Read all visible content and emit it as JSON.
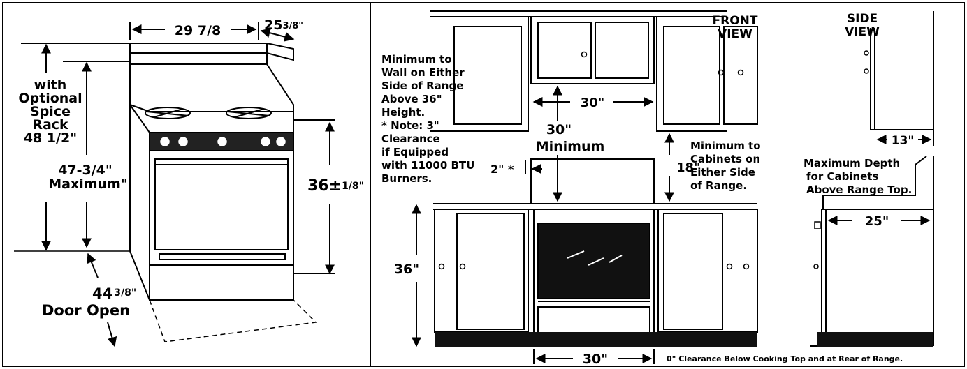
{
  "left_panel": {
    "width_label": "29 7/8",
    "depth_label_main": "25",
    "depth_label_frac": "3/8\"",
    "spice_rack": [
      "with",
      "Optional",
      "Spice",
      "Rack",
      "48 1/2\""
    ],
    "max_height": [
      "47-3/4\"",
      "Maximum\""
    ],
    "counter_height_main": "36±",
    "counter_height_frac": "1/8\"",
    "door_open_main": "44",
    "door_open_frac": "3/8\"",
    "door_open_text": "Door Open"
  },
  "front_view": {
    "title": [
      "FRONT",
      "VIEW"
    ],
    "wall_note": [
      "Minimum to",
      "Wall on Either",
      "Side of Range",
      "Above 36\"",
      "Height.",
      "* Note: 3\"",
      "Clearance",
      "if Equipped",
      "with 11000 BTU",
      "Burners."
    ],
    "upper_width": "30\"",
    "min_clearance": [
      "30\"",
      "Minimum"
    ],
    "side_gap": "2\" *",
    "side_cab_height": "18\"",
    "cabinet_note": [
      "Minimum to",
      "Cabinets on",
      "Either Side",
      "of Range."
    ],
    "base_height": "36\"",
    "range_width": "30\"",
    "bottom_note": "0\" Clearance Below Cooking Top and at Rear of Range."
  },
  "side_view": {
    "title": [
      "SIDE",
      "VIEW"
    ],
    "cabinet_depth": "13\"",
    "depth_note": [
      "Maximum Depth",
      "for Cabinets",
      "Above Range Top."
    ],
    "range_depth": "25\""
  }
}
